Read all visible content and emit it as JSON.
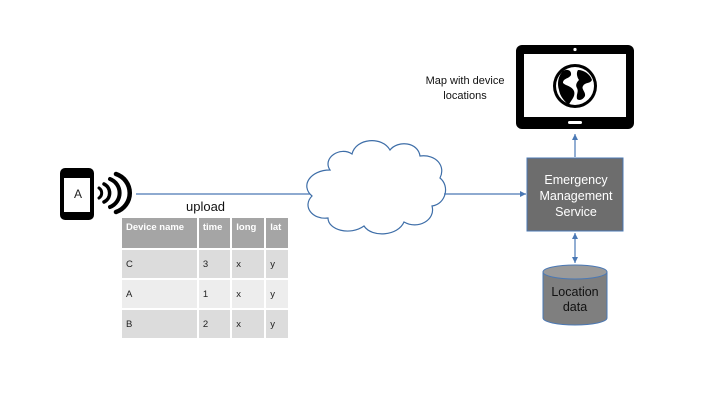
{
  "phone": {
    "label": "A",
    "icon": "mobile-phone-icon",
    "signal_icon": "wireless-signal-icon"
  },
  "connection": {
    "upload_label": "upload"
  },
  "cloud": {
    "icon": "cloud-icon"
  },
  "tablet": {
    "caption": "Map with device locations",
    "icon": "tablet-icon",
    "screen_icon": "globe-icon"
  },
  "service": {
    "label": "Emergency Management Service",
    "fill": "#6d6d6d"
  },
  "database": {
    "label": "Location data",
    "fill": "#7f7f7f",
    "icon": "database-cylinder-icon"
  },
  "table": {
    "headers": [
      "Device name",
      "time",
      "long",
      "lat"
    ],
    "rows": [
      [
        "C",
        "3",
        "x",
        "y"
      ],
      [
        "A",
        "1",
        "x",
        "y"
      ],
      [
        "B",
        "2",
        "x",
        "y"
      ]
    ]
  },
  "colors": {
    "arrow": "#4a78b5",
    "cloud_stroke": "#3e6ea8",
    "header_fill": "#a5a5a5"
  }
}
